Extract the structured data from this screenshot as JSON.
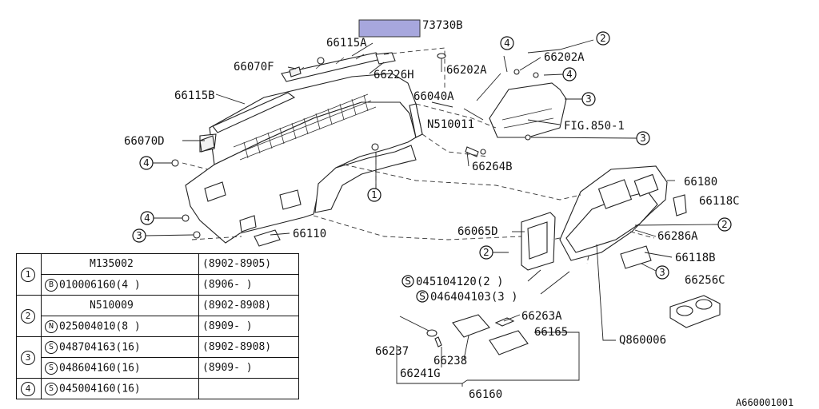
{
  "callouts": {
    "p73730B": "73730B",
    "p66115A": "66115A",
    "p66070F": "66070F",
    "p66226H": "66226H",
    "p66202A_1": "66202A",
    "p66202A_2": "66202A",
    "p66040A": "66040A",
    "p66115B": "66115B",
    "pN510011": "N510011",
    "pFIG": "FIG.850-1",
    "p66070D": "66070D",
    "p66264B": "66264B",
    "p66180": "66180",
    "p66118C": "66118C",
    "p66110": "66110",
    "p66065D": "66065D",
    "p66286A": "66286A",
    "p66118B": "66118B",
    "p045104120": "045104120(2 )",
    "p046404103": "046404103(3 )",
    "p66256C": "66256C",
    "p66263A": "66263A",
    "p66165": "66165",
    "p66237": "66237",
    "p66238": "66238",
    "p66241G": "66241G",
    "pQ860006": "Q860006",
    "p66160": "66160",
    "s_prefix": "S"
  },
  "circle_refs": {
    "c1": "1",
    "c2": "2",
    "c3": "3",
    "c4": "4"
  },
  "footer": {
    "diagram_id": "A660001001"
  },
  "legend": {
    "rows": [
      {
        "ref": "1",
        "code_prefix": "",
        "code": "M135002",
        "date": "(8902-8905)"
      },
      {
        "ref": "1",
        "code_prefix": "B",
        "code": "010006160(4 )",
        "date": "(8906-      )"
      },
      {
        "ref": "2",
        "code_prefix": "",
        "code": "N510009",
        "date": "(8902-8908)"
      },
      {
        "ref": "2",
        "code_prefix": "N",
        "code": "025004010(8 )",
        "date": "(8909-      )"
      },
      {
        "ref": "3",
        "code_prefix": "S",
        "code": "048704163(16)",
        "date": "(8902-8908)"
      },
      {
        "ref": "3",
        "code_prefix": "S",
        "code": "048604160(16)",
        "date": "(8909-      )"
      },
      {
        "ref": "4",
        "code_prefix": "S",
        "code": "045004160(16)",
        "date": ""
      }
    ]
  },
  "colors": {
    "highlight_box": "#a7a7dd",
    "line": "#222222"
  }
}
